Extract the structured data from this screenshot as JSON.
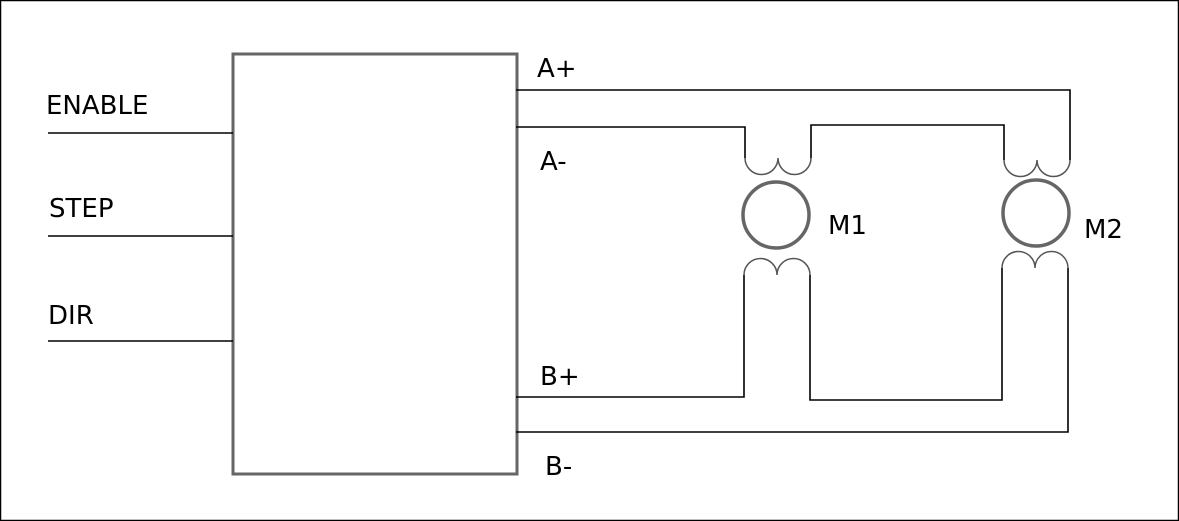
{
  "inputs": {
    "enable": "ENABLE",
    "step": "STEP",
    "dir": "DIR"
  },
  "outputs": {
    "a_plus": "A+",
    "a_minus": "A-",
    "b_plus": "B+",
    "b_minus": "B-"
  },
  "motors": {
    "m1": "M1",
    "m2": "M2"
  }
}
